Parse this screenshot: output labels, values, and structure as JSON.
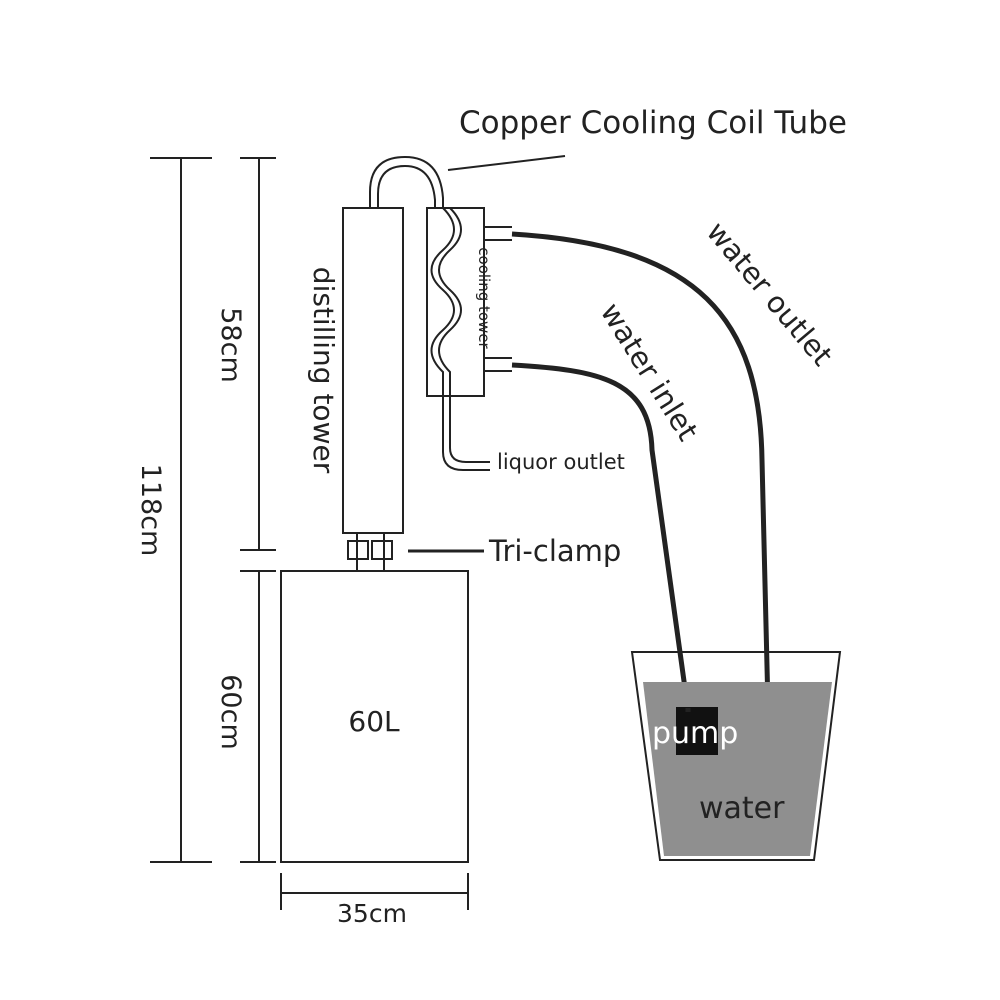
{
  "labels": {
    "coil_tube": "Copper Cooling Coil Tube",
    "distilling_tower": "distilling tower",
    "cooling_tower": "cooling tower",
    "liquor_outlet": "liquor outlet",
    "water_outlet": "water outlet",
    "water_inlet": "water inlet",
    "tri_clamp": "Tri-clamp",
    "pump": "pump",
    "water": "water",
    "tank_volume": "60L"
  },
  "dimensions": {
    "total_height": "118cm",
    "tower_height": "58cm",
    "tank_height": "60cm",
    "tank_width": "35cm"
  },
  "colors": {
    "line": "#222222",
    "water": "#8f8f8f",
    "pump": "#111111",
    "pump_text": "#ffffff"
  }
}
